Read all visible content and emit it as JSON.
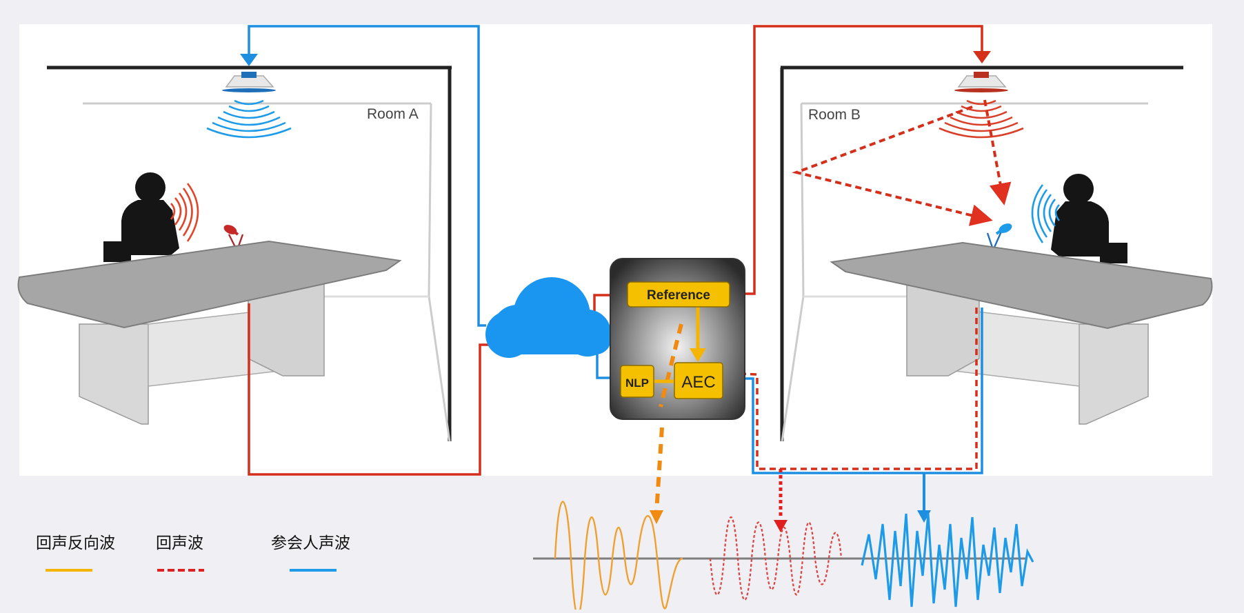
{
  "diagram": {
    "rooms": [
      {
        "label": "Room A"
      },
      {
        "label": "Room B"
      }
    ],
    "processor": {
      "blocks": {
        "reference": "Reference",
        "nlp": "NLP",
        "aec": "AEC"
      }
    },
    "colors": {
      "anti_echo_wave": "#f5b400",
      "echo_wave": "#d32f1a",
      "participant_voice_wave": "#1e8fe0"
    }
  },
  "legend": {
    "items": [
      {
        "label": "回声反向波",
        "color": "#f5b400",
        "style": "solid"
      },
      {
        "label": "回声波",
        "color": "#e02020",
        "style": "dashed"
      },
      {
        "label": "参会人声波",
        "color": "#1e9be8",
        "style": "solid"
      }
    ]
  }
}
